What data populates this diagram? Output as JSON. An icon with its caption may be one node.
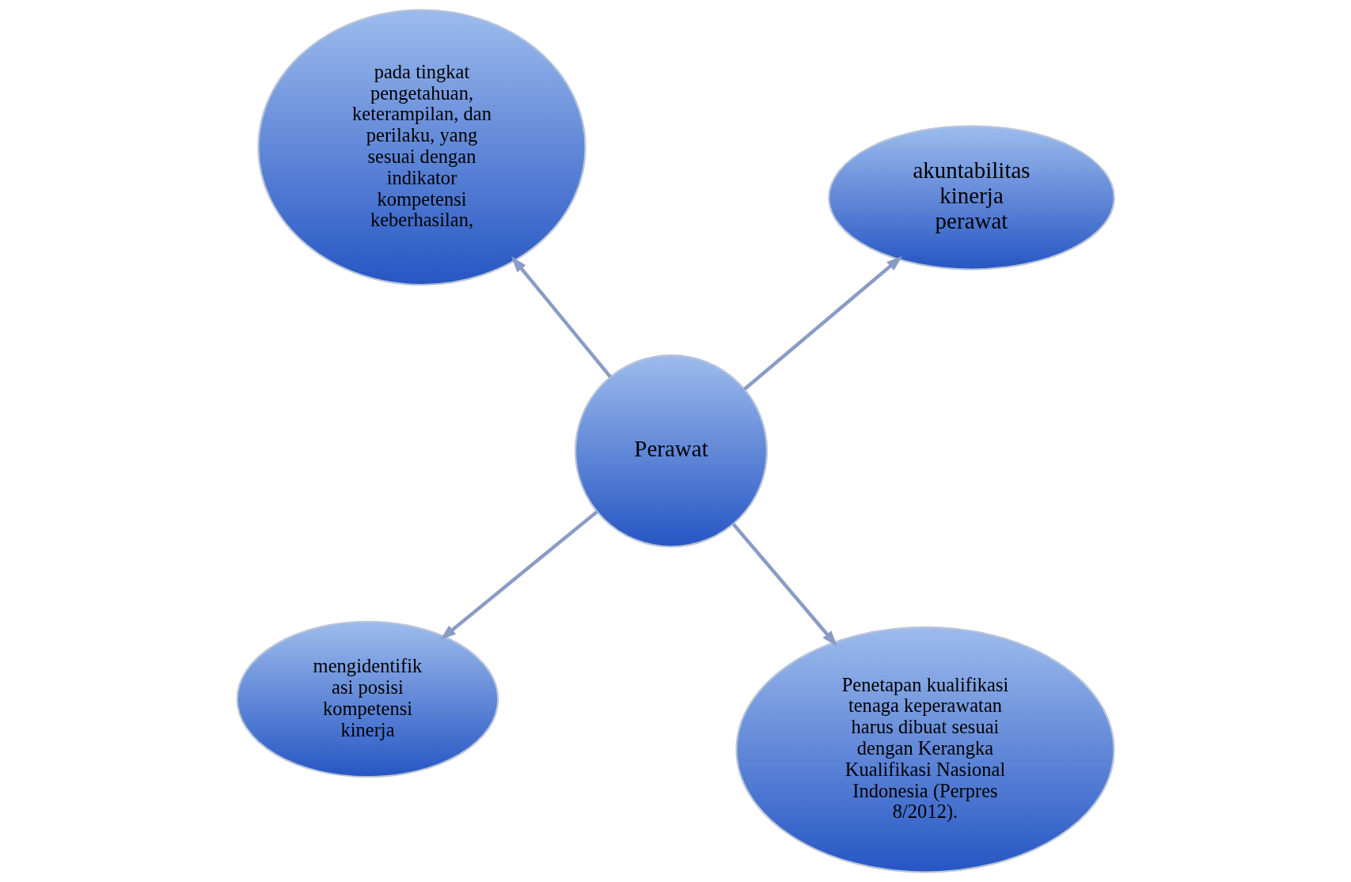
{
  "diagram": {
    "nodes": [
      {
        "text": [
          "mengidentifik asi posisi kompetensi kinerja"
        ]
      },
      {
        "text": [
          "Penetapan kualifikasi tenaga keperawatan harus dibuat sesuai dengan Kerangka Kualifikasi Nasional Indonesia (Perpres 8/2012)."
        ]
      },
      {
        "text": [
          "Perawat"
        ]
      },
      {
        "text": [
          "pada tingkat pengetahuan, keterampilan, dan perilaku, yang sesuai dengan indikator kompetensi keberhasilan,"
        ]
      },
      {
        "text": [
          "akuntabilitas kinerja perawat"
        ]
      }
    ],
    "edges": [
      {
        "from": 2,
        "to": 0,
        "arrow": "to"
      },
      {
        "from": 2,
        "to": 1,
        "arrow": "to"
      },
      {
        "from": 2,
        "to": 3,
        "arrow": "to"
      },
      {
        "from": 2,
        "to": 4,
        "arrow": "to"
      }
    ]
  }
}
